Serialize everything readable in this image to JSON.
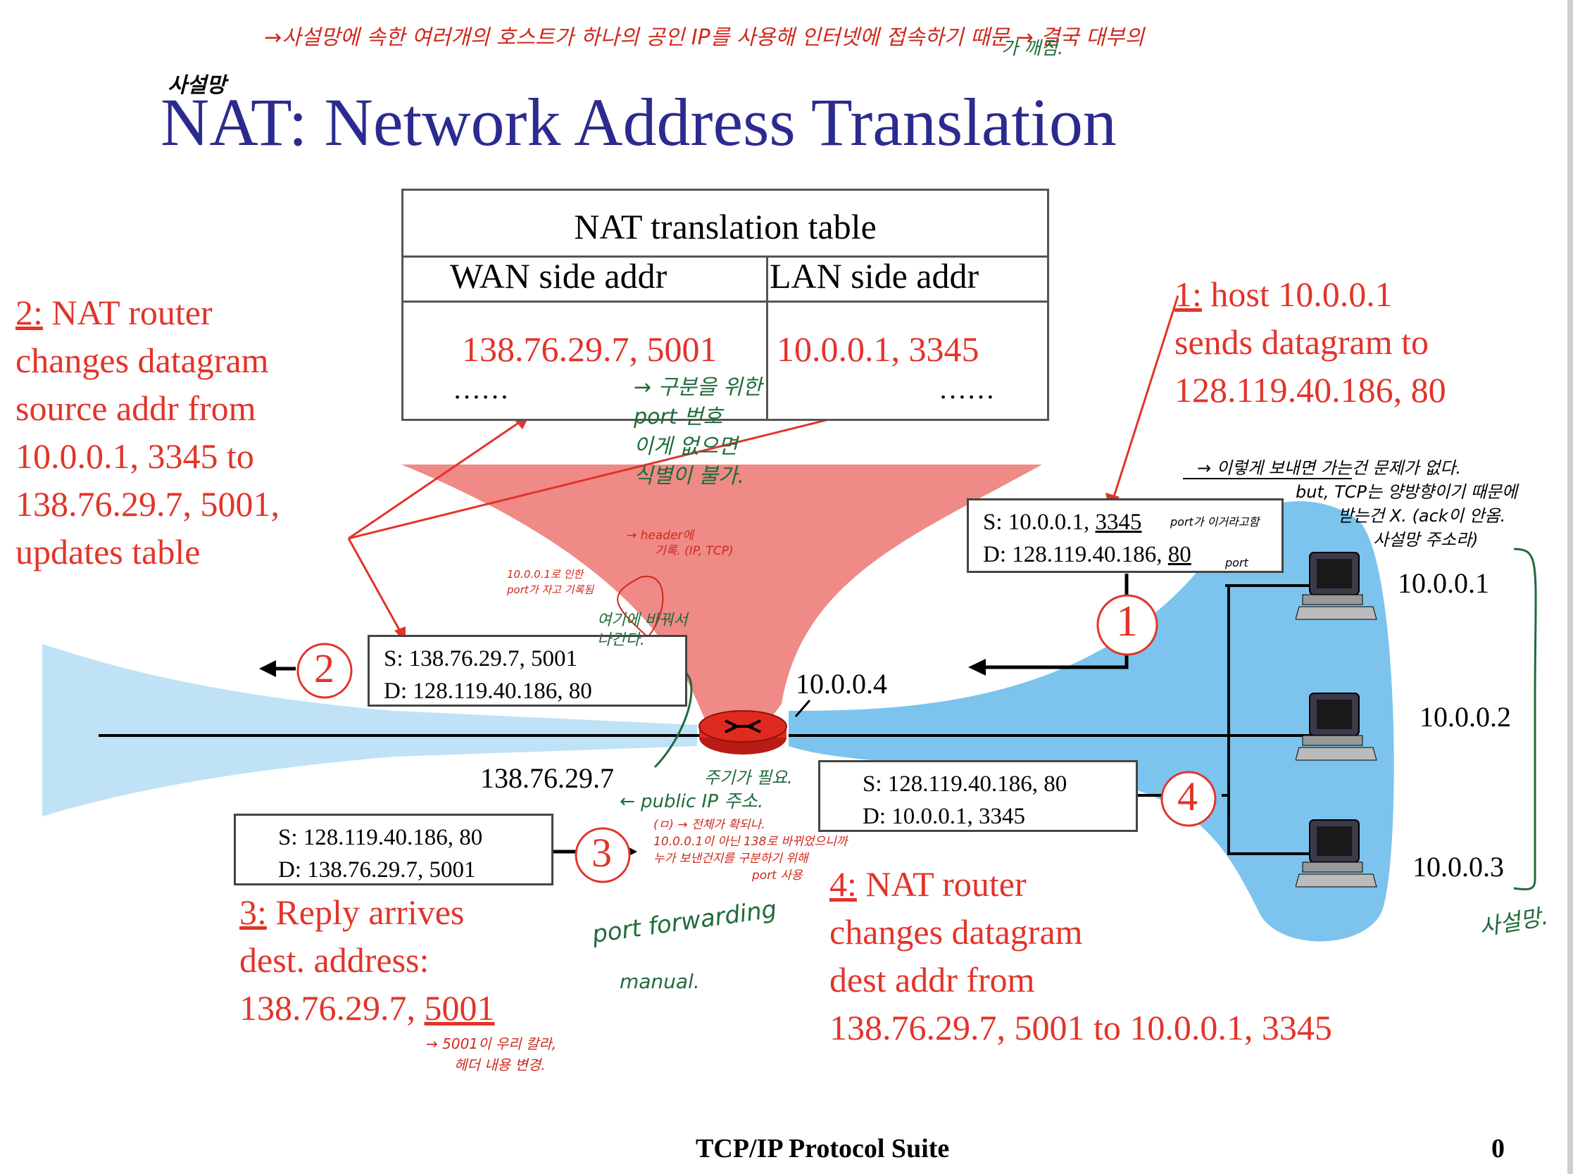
{
  "title": "NAT: Network Address Translation",
  "handwritten": {
    "title_margin": "사설망",
    "title_top_1": "→사설망에 속한 여러개의 호스트가 하나의 공인 IP를 사용해 인터넷에 접속하기 때문 → 결국 대부의",
    "title_top_2": "가 깨짐.",
    "port_note_1": "→ 구분을 위한",
    "port_note_2": "port 번호",
    "port_note_3": "이게 없으면",
    "port_note_4": "식별이 불가.",
    "header_note": "→ header에",
    "header_note_2": "기록. (IP, TCP)",
    "port_write_1": "10.0.0.1로 인한",
    "port_write_2": "port가 자고 기록됨",
    "compare_note_1": "여기에 바꿔서",
    "compare_note_2": "나간다.",
    "public_note": "← public IP 주소.",
    "needs_note": "주기가 필요.",
    "host_note_1": "→ 이렇게 보내면 가는건 문제가 없다.",
    "host_note_2": "but, TCP는 양방향이기 때문에",
    "host_note_3": "받는건 X. (ack이 안옴.",
    "host_note_4": "사설망 주소라)",
    "port_label_a": "port가 이거라고함",
    "port_label_b": "port",
    "reply_note_1": "(ㅁ) → 전체가 확되나.",
    "reply_note_2": "10.0.0.1이 아닌 138로 바뀌었으니까",
    "reply_note_3": "누가 보낸건지를 구분하기 위해",
    "reply_note_4": "port 사용",
    "port_forwarding": "port forwarding",
    "manual": "manual.",
    "reply_port_1": "→ 5001이 우리 칼라,",
    "reply_port_2": "헤더 내용 변경.",
    "private_net": "사설망."
  },
  "nat_table": {
    "heading": "NAT translation table",
    "col_wan": "WAN side addr",
    "col_lan": "LAN side addr",
    "wan_value": "138.76.29.7, 5001",
    "lan_value": "10.0.0.1, 3345",
    "wan_more": "……",
    "lan_more": "……"
  },
  "notes": {
    "n1_num": "1:",
    "n1_l1": " host 10.0.0.1",
    "n1_l2": "sends datagram to",
    "n1_l3": "128.119.40.186, 80",
    "n2_num": "2:",
    "n2_l1": " NAT router",
    "n2_l2": "changes datagram",
    "n2_l3": "source addr from",
    "n2_l4": "10.0.0.1, 3345 to",
    "n2_l5": "138.76.29.7, 5001,",
    "n2_l6": "updates table",
    "n3_num": "3:",
    "n3_l1": " Reply arrives",
    "n3_l2": "dest. address:",
    "n3_l3a": "138.76.29.7, ",
    "n3_l3b": "5001",
    "n4_num": "4:",
    "n4_l1": " NAT router",
    "n4_l2": "changes datagram",
    "n4_l3": "dest addr from",
    "n4_l4": "138.76.29.7, 5001 to 10.0.0.1, 3345"
  },
  "datagrams": {
    "d1_s_a": "S: 10.0.0.1, ",
    "d1_s_b": "3345",
    "d1_d_a": "D: 128.119.40.186, ",
    "d1_d_b": "80",
    "d2_s": "S: 138.76.29.7, 5001",
    "d2_d": "D: 128.119.40.186, 80",
    "d3_s": "S: 128.119.40.186, 80",
    "d3_d": "D: 138.76.29.7, 5001",
    "d4_s": "S: 128.119.40.186, 80",
    "d4_d": "D: 10.0.0.1, 3345"
  },
  "steps": {
    "s1": "1",
    "s2": "2",
    "s3": "3",
    "s4": "4"
  },
  "addresses": {
    "router_lan": "10.0.0.4",
    "router_wan": "138.76.29.7",
    "host1": "10.0.0.1",
    "host2": "10.0.0.2",
    "host3": "10.0.0.3"
  },
  "footer": {
    "text": "TCP/IP Protocol Suite",
    "page": "0"
  },
  "colors": {
    "title": "#2b2b8f",
    "note": "#e2342a",
    "lan_cloud": "#7cc4ee",
    "nat_cone": "#ef8a86",
    "router": "#e02a1f"
  },
  "icons": [
    "router-icon",
    "computer-icon"
  ]
}
